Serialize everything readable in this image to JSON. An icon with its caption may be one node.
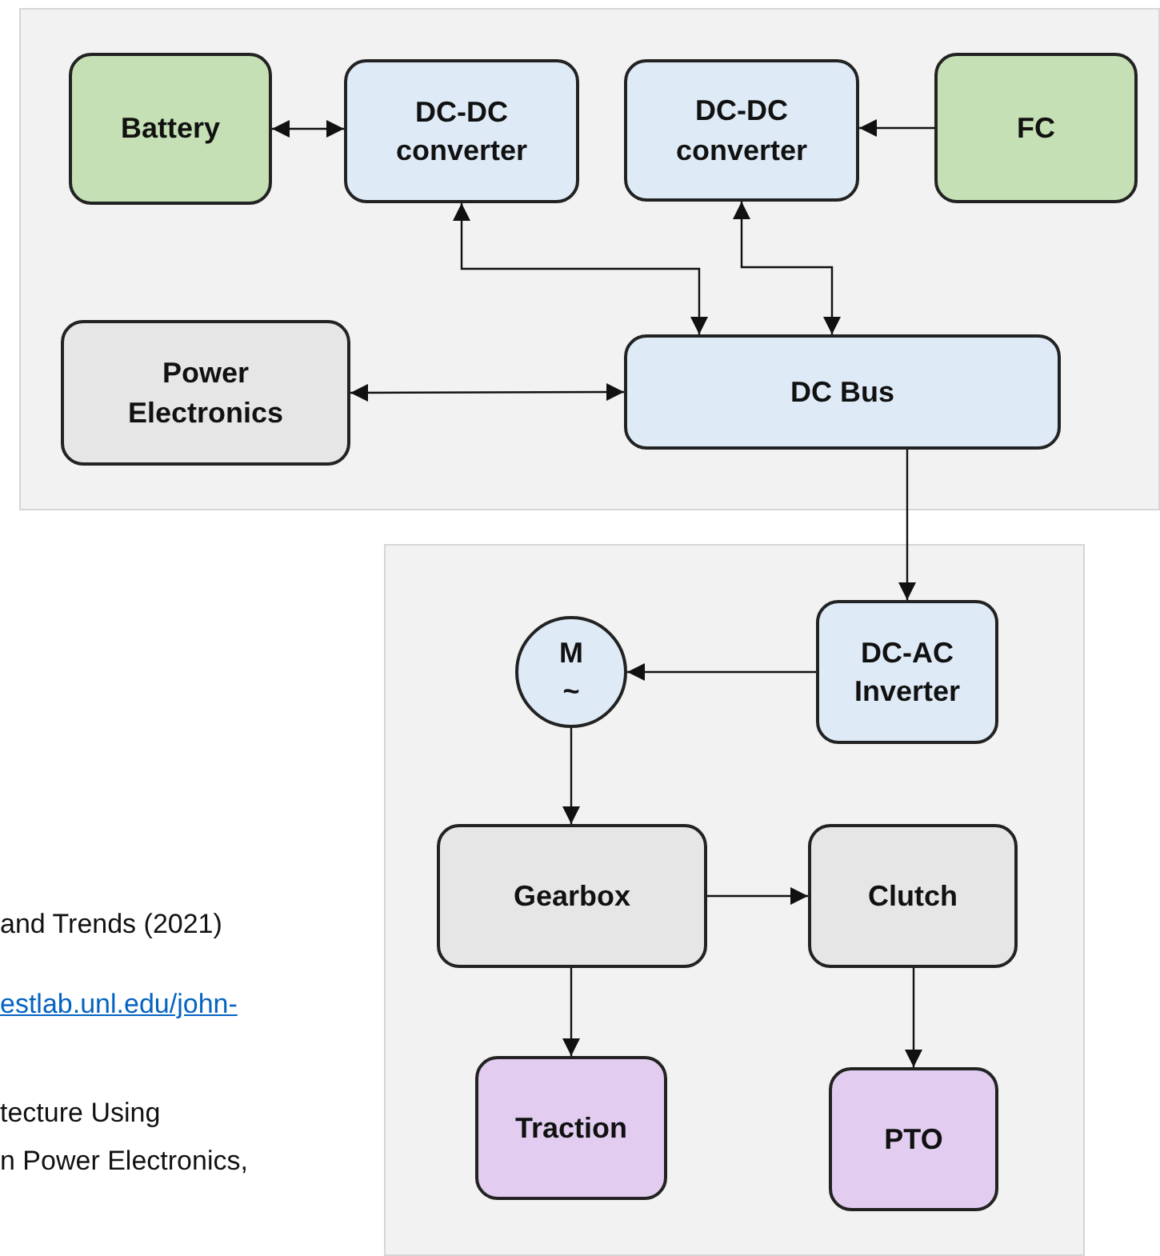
{
  "diagram": {
    "nodes": [
      {
        "text": [
          "Battery"
        ]
      },
      {
        "text": [
          "DC-DC converter"
        ]
      },
      {
        "text": [
          "DC-DC converter"
        ]
      },
      {
        "text": [
          "FC"
        ]
      },
      {
        "text": [
          "Power Electronics"
        ]
      },
      {
        "text": [
          "DC Bus"
        ]
      },
      {
        "text": [
          "DC-AC Inverter"
        ]
      },
      {
        "text": [
          "M ~"
        ]
      },
      {
        "text": [
          "Gearbox"
        ]
      },
      {
        "text": [
          "Clutch"
        ]
      },
      {
        "text": [
          "Traction"
        ]
      },
      {
        "text": [
          "PTO"
        ]
      }
    ],
    "edges": [
      {
        "from": 0,
        "to": 1,
        "arrow": "both"
      },
      {
        "from": 3,
        "to": 2,
        "arrow": "to"
      },
      {
        "from": 1,
        "to": 5,
        "arrow": "both"
      },
      {
        "from": 2,
        "to": 5,
        "arrow": "both"
      },
      {
        "from": 4,
        "to": 5,
        "arrow": "both"
      },
      {
        "from": 5,
        "to": 6,
        "arrow": "to"
      },
      {
        "from": 6,
        "to": 7,
        "arrow": "to"
      },
      {
        "from": 7,
        "to": 8,
        "arrow": "to"
      },
      {
        "from": 8,
        "to": 9,
        "arrow": "to"
      },
      {
        "from": 8,
        "to": 10,
        "arrow": "to"
      },
      {
        "from": 9,
        "to": 11,
        "arrow": "to"
      }
    ],
    "labels": [
      "and Trends (2021)",
      "estlab.unl.edu/john-",
      "tecture Using",
      "n Power Electronics,"
    ]
  }
}
